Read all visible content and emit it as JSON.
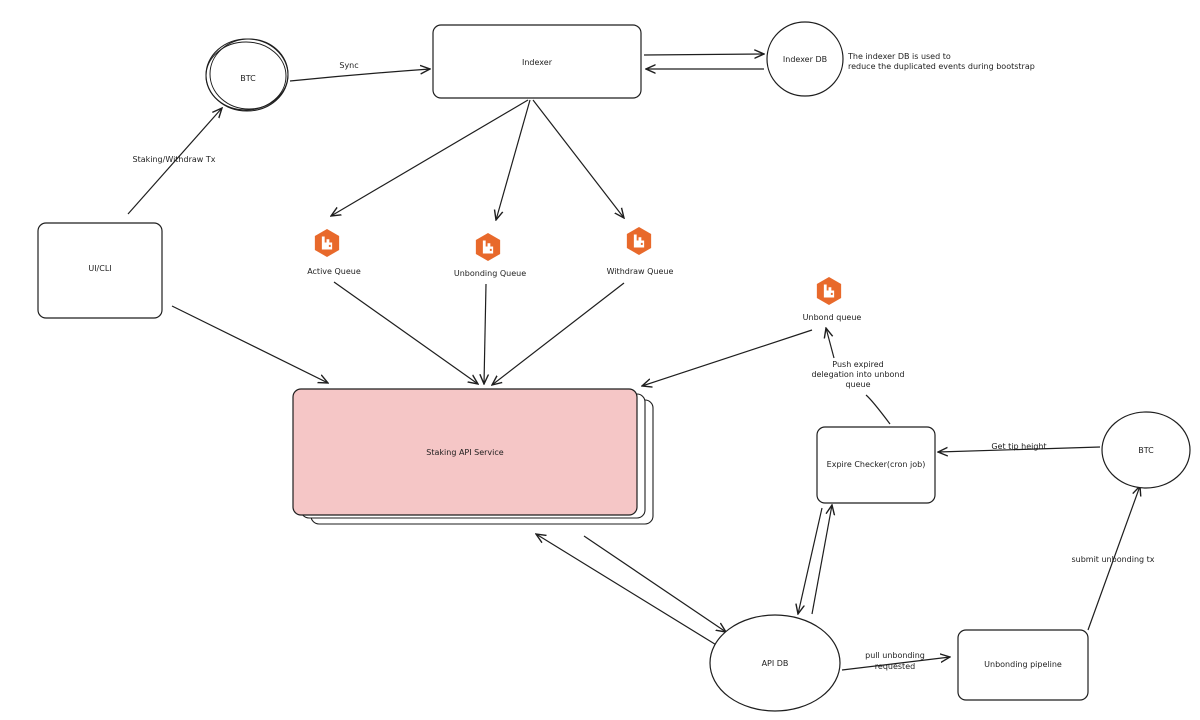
{
  "nodes": {
    "btc_top": "BTC",
    "indexer": "Indexer",
    "indexer_db": "Indexer DB",
    "ui_cli": "UI/CLI",
    "active_queue": "Active Queue",
    "unbonding_queue": "Unbonding Queue",
    "withdraw_queue": "Withdraw Queue",
    "unbond_queue": "Unbond queue",
    "staking_api": "Staking API Service",
    "expire_checker": "Expire Checker(cron job)",
    "btc_right": "BTC",
    "api_db": "API DB",
    "unbonding_pipeline": "Unbonding pipeline"
  },
  "edges": {
    "sync": "Sync",
    "staking_withdraw_tx": "Staking/Withdraw Tx",
    "push_expired": [
      "Push expired",
      "delegation into unbond",
      "queue"
    ],
    "get_tip_height": "Get tip height",
    "submit_unbonding_tx": "submit unbonding tx",
    "pull_unbonding": [
      "pull unbonding",
      "requested"
    ]
  },
  "note": [
    "The indexer DB is used to",
    "reduce the duplicated events during bootstrap"
  ],
  "colors": {
    "queue_icon": "#e8692b",
    "service_fill": "#f5c6c6",
    "stroke": "#1e1e1e"
  }
}
